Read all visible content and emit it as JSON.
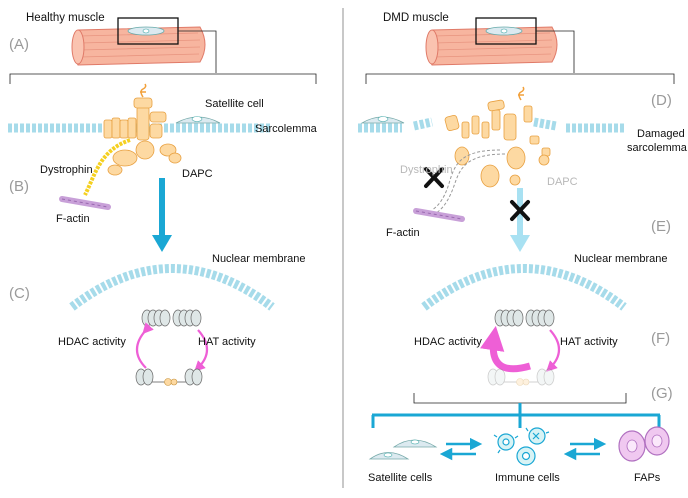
{
  "left": {
    "title": "Healthy muscle",
    "panels": {
      "a": "(A)",
      "b": "(B)",
      "c": "(C)"
    },
    "labels": {
      "satellite_cell": "Satellite cell",
      "sarcolemma": "Sarcolemma",
      "dystrophin": "Dystrophin",
      "dapc": "DAPC",
      "f_actin": "F-actin",
      "nuclear_membrane": "Nuclear membrane",
      "hdac_activity": "HDAC activity",
      "hat_activity": "HAT activity"
    }
  },
  "right": {
    "title": "DMD muscle",
    "panels": {
      "d": "(D)",
      "e": "(E)",
      "f": "(F)",
      "g": "(G)"
    },
    "labels": {
      "damaged_sarcolemma_1": "Damaged",
      "damaged_sarcolemma_2": "sarcolemma",
      "dystrophin": "Dystrophin",
      "dapc": "DAPC",
      "f_actin": "F-actin",
      "nuclear_membrane": "Nuclear membrane",
      "hdac_activity": "HDAC activity",
      "hat_activity": "HAT activity",
      "satellite_cells": "Satellite cells",
      "immune_cells": "Immune cells",
      "faps": "FAPs"
    }
  },
  "colors": {
    "membrane": "#a6dbea",
    "protein": "#fdd9a2",
    "protein_stroke": "#e8a040",
    "arrow_blue": "#1aa7d4",
    "arrow_blue_faded": "#a8e1f2",
    "hdac_hat_pink": "#ee5fd6",
    "actin_purple": "#c8a0d8",
    "fap_fill": "#f0c8f0",
    "fap_stroke": "#b070c0",
    "muscle_fill": "#f7b59f",
    "muscle_stroke": "#e07a68"
  }
}
